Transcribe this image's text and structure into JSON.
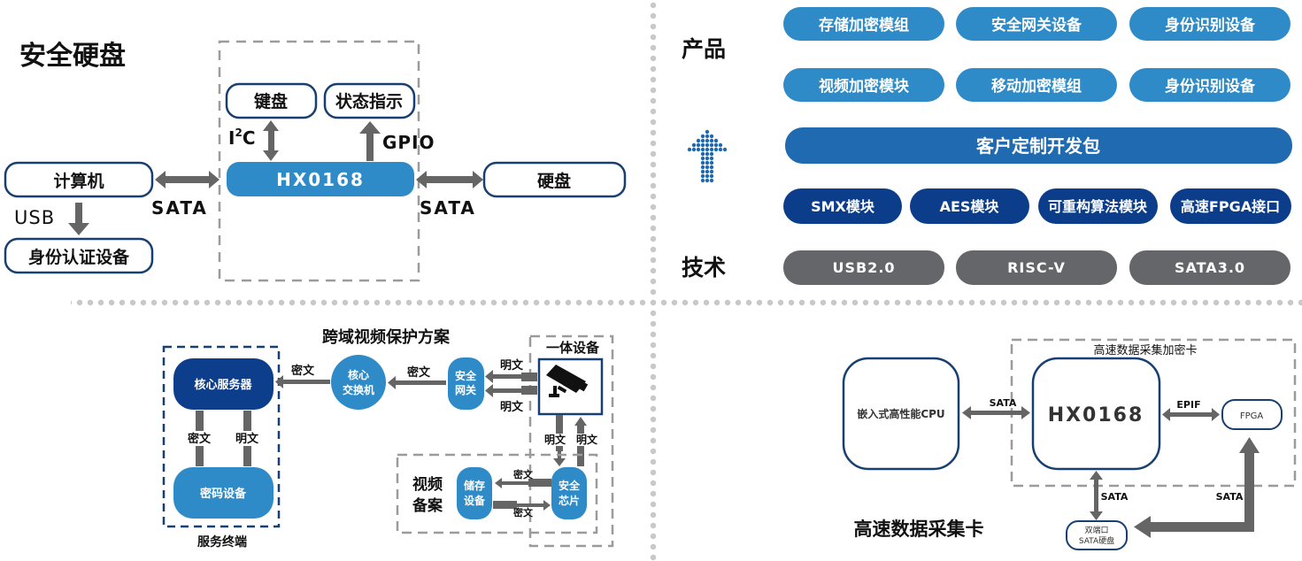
{
  "colors": {
    "navy": "#173f72",
    "light_blue": "#2e8bc8",
    "mid_blue": "#1f6ab0",
    "dark_blue": "#0d3e8c",
    "dark_pill": "#0b3d8a",
    "gray": "#646669",
    "gray_border": "#9b9b9b",
    "dot": "#c6c8ca",
    "arrow": "#656565"
  },
  "tl": {
    "title": "安全硬盘",
    "keyboard": "键盘",
    "status": "状态指示",
    "i2c_base": "I",
    "i2c_sup": "2",
    "i2c_end": "C",
    "gpio": "GPIO",
    "chip": "HX0168",
    "computer": "计算机",
    "usb": "USB",
    "auth": "身份认证设备",
    "sata_left": "SATA",
    "sata_right": "SATA",
    "disk": "硬盘"
  },
  "tr": {
    "products_label": "产品",
    "tech_label": "技术",
    "products_row1": [
      "存储加密模组",
      "安全网关设备",
      "身份识别设备"
    ],
    "products_row2": [
      "视频加密模块",
      "移动加密模组",
      "身份识别设备"
    ],
    "sdk": "客户定制开发包",
    "modules": [
      "SMX模块",
      "AES模块",
      "可重构算法模块",
      "高速FPGA接口"
    ],
    "techs": [
      "USB2.0",
      "RISC-V",
      "SATA3.0"
    ]
  },
  "bl": {
    "title": "跨域视频保护方案",
    "core_server": "核心服务器",
    "cipher_device": "密码设备",
    "service_terminal": "服务终端",
    "core_switch_line1": "核心",
    "core_switch_line2": "交换机",
    "gateway_line1": "安全",
    "gateway_line2": "网关",
    "integrated_device": "一体设备",
    "storage_line1": "储存",
    "storage_line2": "设备",
    "chip_line1": "安全",
    "chip_line2": "芯片",
    "backup_line1": "视频",
    "backup_line2": "备案",
    "miwen": "密文",
    "mingwen": "明文"
  },
  "br": {
    "card_label": "高速数据采集加密卡",
    "cpu": "嵌入式高性能CPU",
    "chip": "HX0168",
    "fpga": "FPGA",
    "disk_line1": "双端口",
    "disk_line2": "SATA硬盘",
    "sata_top": "SATA",
    "epif": "EPIF",
    "sata_down": "SATA",
    "sata_right": "SATA",
    "title": "高速数据采集卡"
  }
}
